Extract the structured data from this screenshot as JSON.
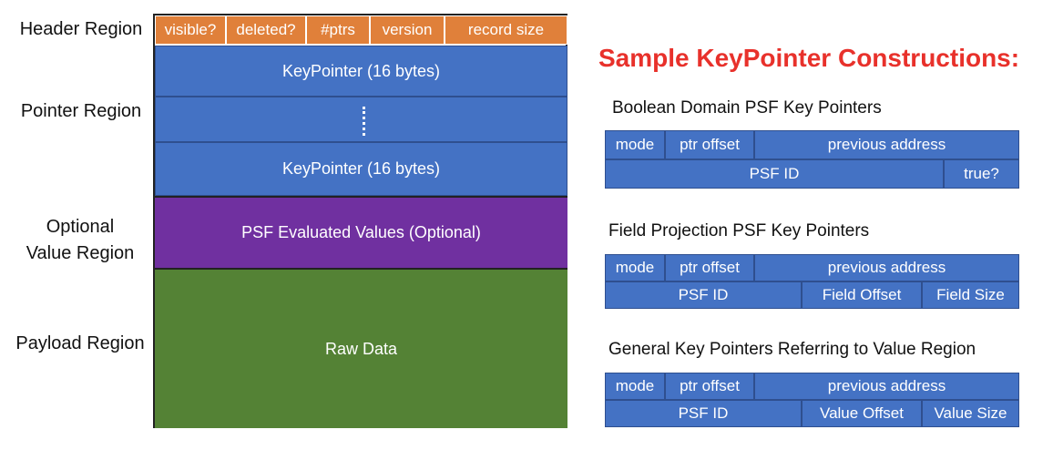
{
  "region_labels": {
    "header": "Header Region",
    "pointer": "Pointer Region",
    "optional_line1": "Optional",
    "optional_line2": "Value Region",
    "payload": "Payload Region"
  },
  "record": {
    "header_fields": [
      "visible?",
      "deleted?",
      "#ptrs",
      "version",
      "record size"
    ],
    "keypointer_first": "KeyPointer (16 bytes)",
    "keypointer_last": "KeyPointer (16 bytes)",
    "psf_values": "PSF Evaluated Values (Optional)",
    "raw_data": "Raw Data"
  },
  "samples": {
    "title": "Sample KeyPointer Constructions:",
    "boolean": {
      "heading": "Boolean Domain PSF Key Pointers",
      "row1": [
        "mode",
        "ptr offset",
        "previous address"
      ],
      "row2": [
        "PSF ID",
        "true?"
      ]
    },
    "field": {
      "heading": "Field Projection PSF Key Pointers",
      "row1": [
        "mode",
        "ptr offset",
        "previous address"
      ],
      "row2": [
        "PSF ID",
        "Field Offset",
        "Field Size"
      ]
    },
    "general": {
      "heading": "General Key Pointers Referring to Value Region",
      "row1": [
        "mode",
        "ptr offset",
        "previous address"
      ],
      "row2": [
        "PSF ID",
        "Value Offset",
        "Value Size"
      ]
    }
  },
  "colors": {
    "header_orange": "#e0803a",
    "pointer_blue": "#4472c4",
    "optional_purple": "#7030a0",
    "payload_green": "#548235",
    "title_red": "#e8312b"
  }
}
